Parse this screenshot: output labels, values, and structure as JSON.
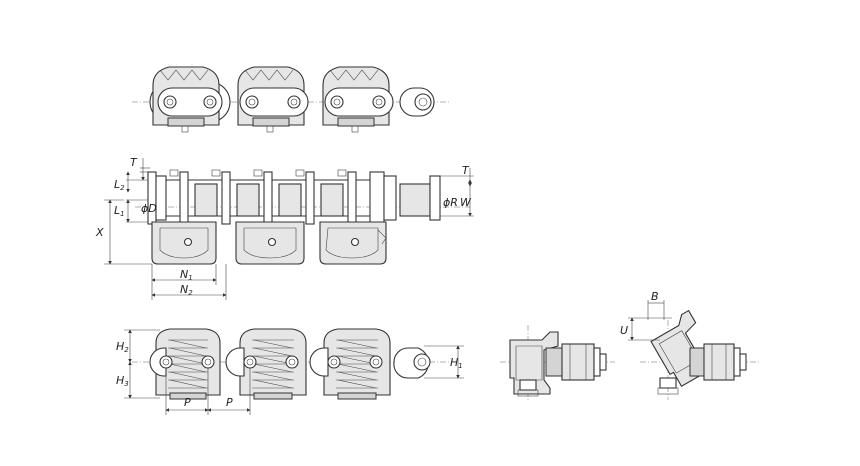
{
  "labels": {
    "T": "T",
    "L2": "L",
    "L2_sub": "2",
    "L1": "L",
    "L1_sub": "1",
    "X": "X",
    "phiD": "ϕD",
    "T_right": "T",
    "phiR": "ϕR",
    "W": "W",
    "N1": "N",
    "N1_sub": "1",
    "N2": "N",
    "N2_sub": "2",
    "H2": "H",
    "H2_sub": "2",
    "H3": "H",
    "H3_sub": "3",
    "H1": "H",
    "H1_sub": "1",
    "P1": "P",
    "P2": "P",
    "B": "B",
    "U": "U"
  }
}
